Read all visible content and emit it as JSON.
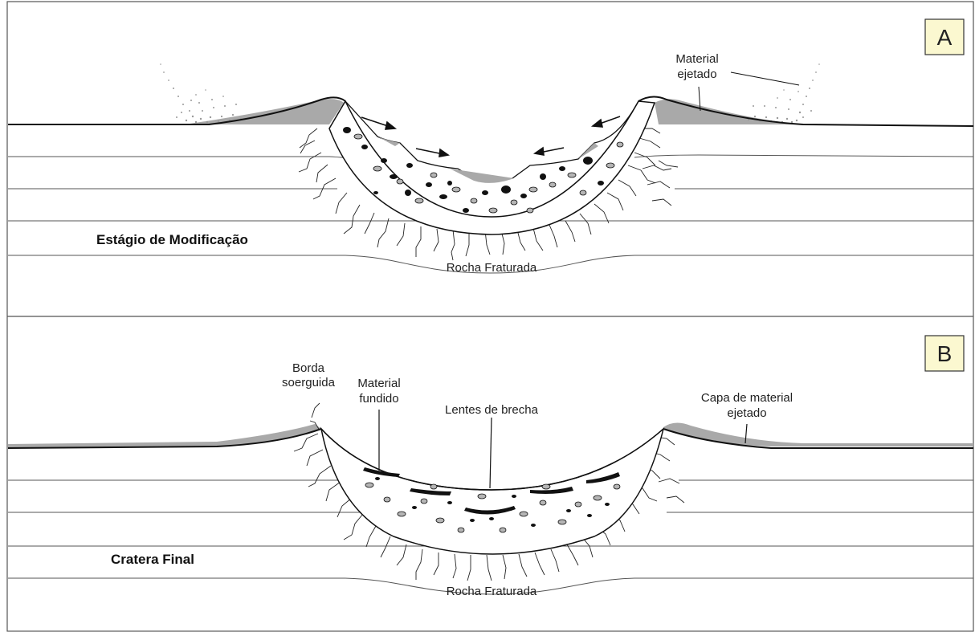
{
  "panels": [
    {
      "letter": "A",
      "stage_title": "Estágio de Modificação",
      "labels": {
        "ejecta_line1": "Material",
        "ejecta_line2": "ejetado",
        "fractured_rock": "Rocha Fraturada"
      }
    },
    {
      "letter": "B",
      "stage_title": "Cratera Final",
      "labels": {
        "rim_line1": "Borda",
        "rim_line2": "soerguida",
        "melt_line1": "Material",
        "melt_line2": "fundido",
        "breccia": "Lentes de brecha",
        "ejecta_blanket_line1": "Capa de material",
        "ejecta_blanket_line2": "ejetado",
        "fractured_rock": "Rocha Fraturada"
      }
    }
  ],
  "colors": {
    "ejecta_fill": "#a9a9a9",
    "letter_box_fill": "#fbf8d0",
    "fragment_dark": "#111111",
    "fragment_light": "#b5b5b5"
  }
}
